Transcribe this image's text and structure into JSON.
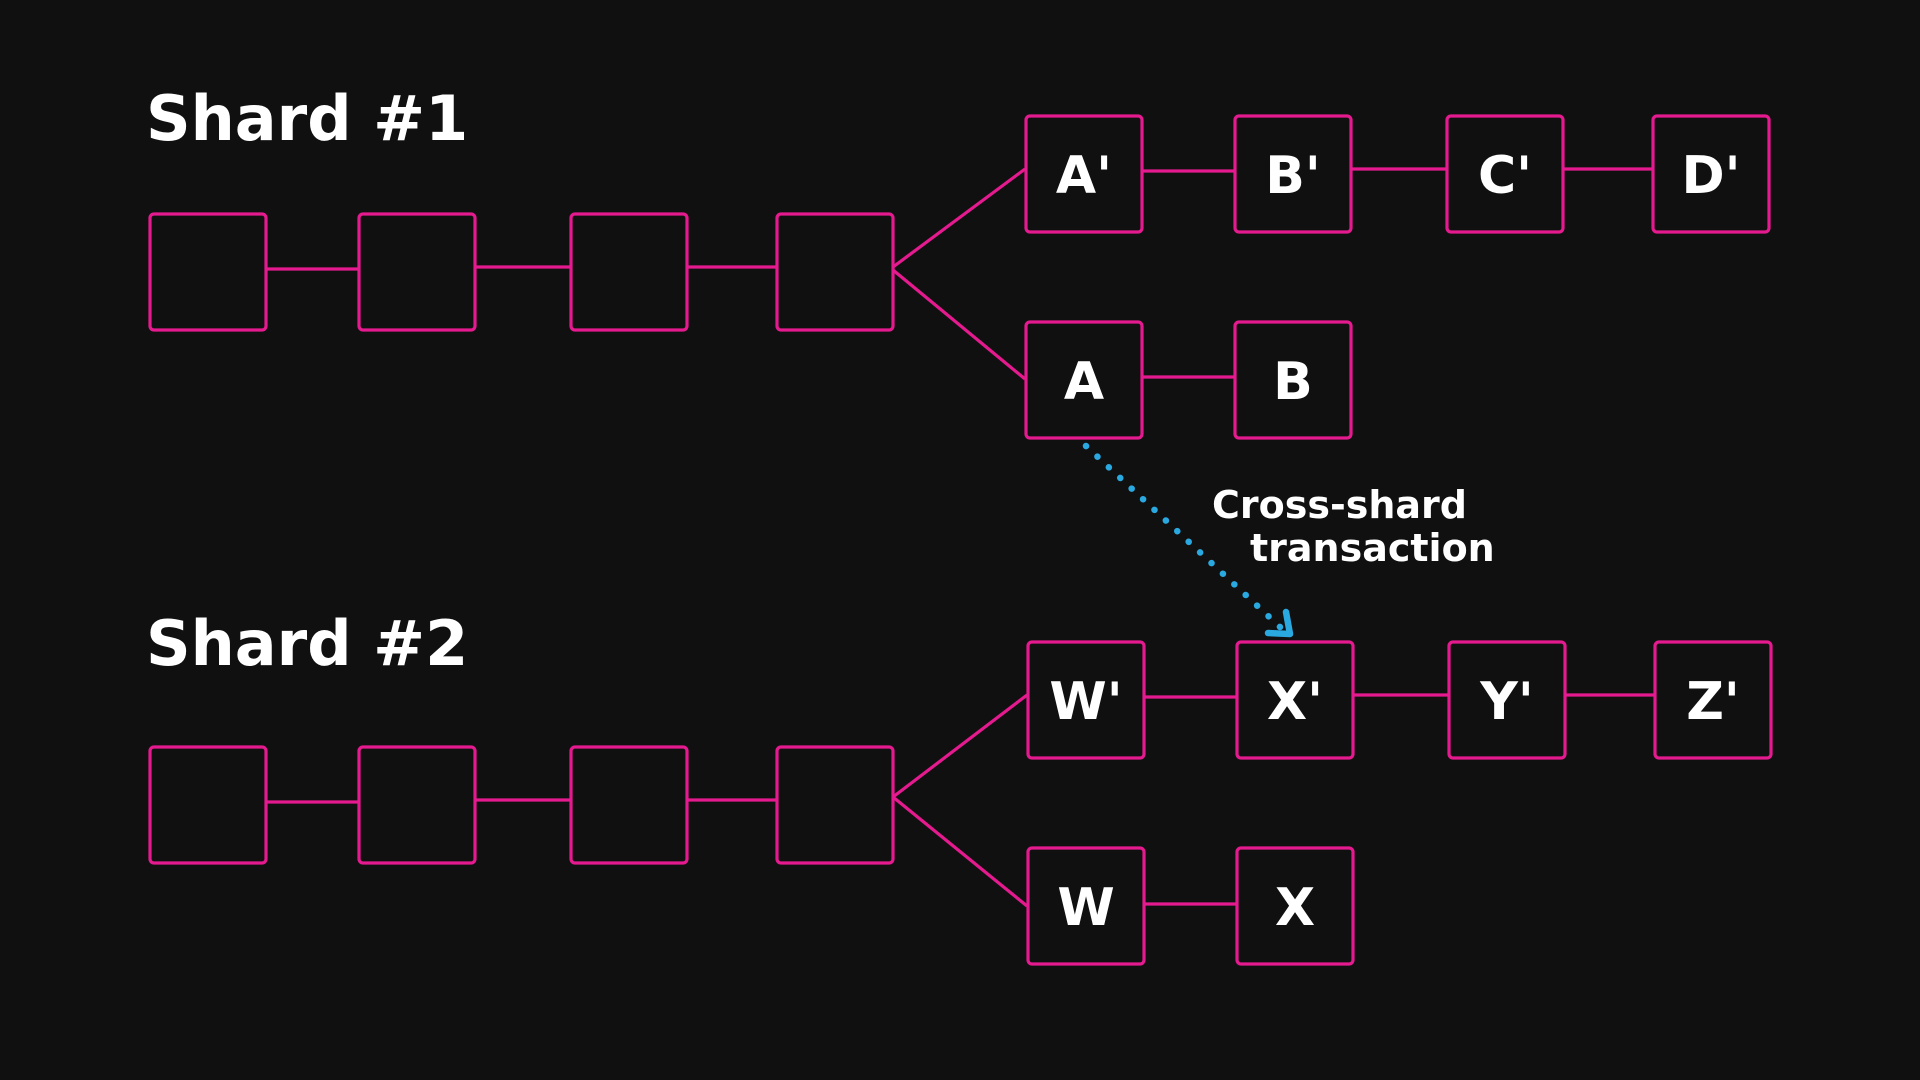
{
  "colors": {
    "background": "#101011",
    "chain_accent": "#e41a8e",
    "cross_shard_arrow": "#2aa8e0",
    "text": "#ffffff"
  },
  "shards": [
    {
      "title": "Shard #1",
      "base_chain": [
        "",
        "",
        "",
        ""
      ],
      "fork_upper": [
        "A'",
        "B'",
        "C'",
        "D'"
      ],
      "fork_lower": [
        "A",
        "B"
      ]
    },
    {
      "title": "Shard #2",
      "base_chain": [
        "",
        "",
        "",
        ""
      ],
      "fork_upper": [
        "W'",
        "X'",
        "Y'",
        "Z'"
      ],
      "fork_lower": [
        "W",
        "X"
      ]
    }
  ],
  "cross_shard": {
    "label_line1": "Cross-shard",
    "label_line2": "transaction",
    "from": "A",
    "to": "X'"
  }
}
